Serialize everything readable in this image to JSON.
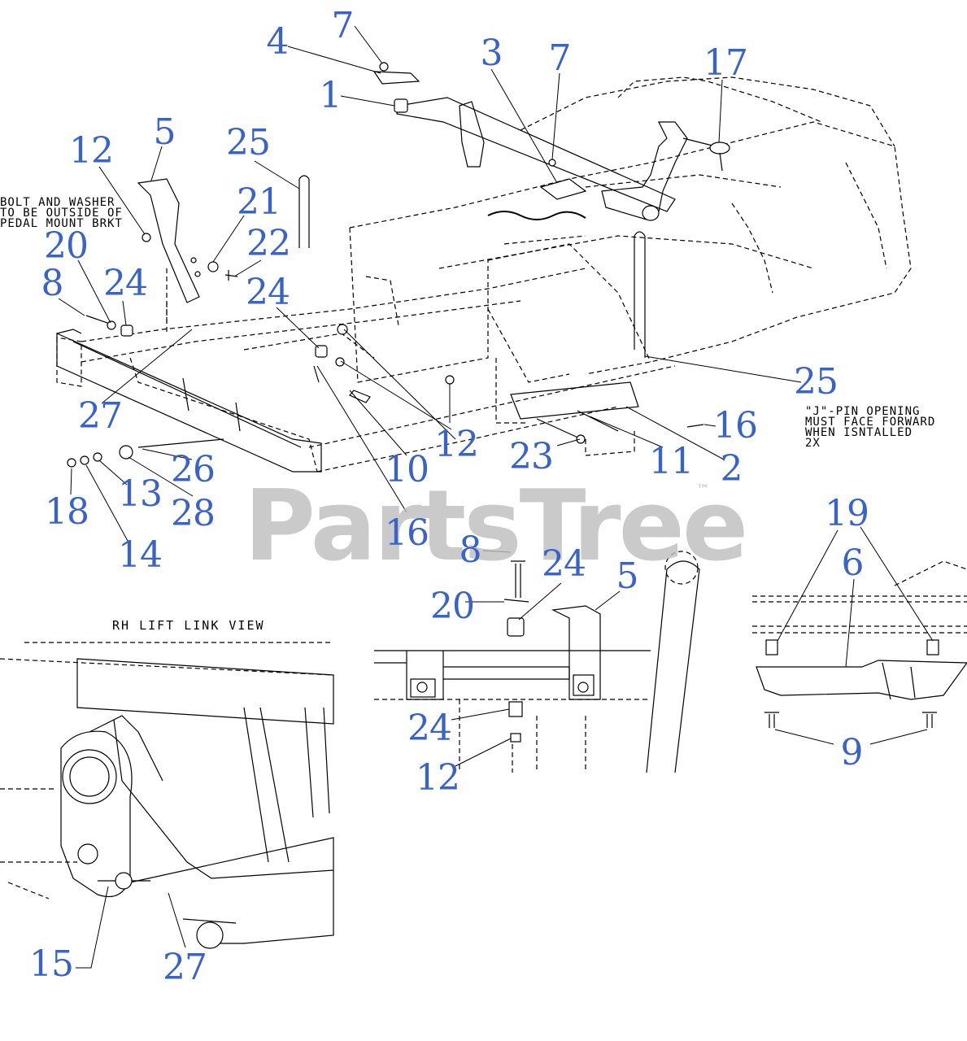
{
  "watermark": "PartsTree",
  "trademark": "™",
  "notes": {
    "bolt_washer": "BOLT AND WASHER\nTO BE OUTSIDE OF\nPEDAL MOUNT BRKT",
    "j_pin": "\"J\"-PIN OPENING\nMUST FACE FORWARD\nWHEN ISNTALLED\n2X"
  },
  "views": {
    "rh_lift_link": "RH LIFT LINK VIEW"
  },
  "callout_color": "#3a63c8",
  "callouts": [
    {
      "id": "c1",
      "text": "7"
    },
    {
      "id": "c2",
      "text": "4"
    },
    {
      "id": "c3",
      "text": "1"
    },
    {
      "id": "c4",
      "text": "3"
    },
    {
      "id": "c5",
      "text": "7"
    },
    {
      "id": "c6",
      "text": "17"
    },
    {
      "id": "c7",
      "text": "12"
    },
    {
      "id": "c8",
      "text": "5"
    },
    {
      "id": "c9",
      "text": "25"
    },
    {
      "id": "c10",
      "text": "21"
    },
    {
      "id": "c11",
      "text": "22"
    },
    {
      "id": "c12",
      "text": "20"
    },
    {
      "id": "c13",
      "text": "8"
    },
    {
      "id": "c14",
      "text": "24"
    },
    {
      "id": "c15",
      "text": "24"
    },
    {
      "id": "c16",
      "text": "27"
    },
    {
      "id": "c17",
      "text": "12"
    },
    {
      "id": "c18",
      "text": "10"
    },
    {
      "id": "c19",
      "text": "16"
    },
    {
      "id": "c20",
      "text": "23"
    },
    {
      "id": "c21",
      "text": "11"
    },
    {
      "id": "c22",
      "text": "2"
    },
    {
      "id": "c23",
      "text": "16"
    },
    {
      "id": "c24",
      "text": "25"
    },
    {
      "id": "c25",
      "text": "26"
    },
    {
      "id": "c26",
      "text": "13"
    },
    {
      "id": "c27",
      "text": "28"
    },
    {
      "id": "c28",
      "text": "18"
    },
    {
      "id": "c29",
      "text": "14"
    },
    {
      "id": "c30",
      "text": "8"
    },
    {
      "id": "c31",
      "text": "24"
    },
    {
      "id": "c32",
      "text": "5"
    },
    {
      "id": "c33",
      "text": "20"
    },
    {
      "id": "c34",
      "text": "24"
    },
    {
      "id": "c35",
      "text": "12"
    },
    {
      "id": "c36",
      "text": "19"
    },
    {
      "id": "c37",
      "text": "6"
    },
    {
      "id": "c38",
      "text": "9"
    },
    {
      "id": "c39",
      "text": "15"
    },
    {
      "id": "c40",
      "text": "27"
    }
  ]
}
